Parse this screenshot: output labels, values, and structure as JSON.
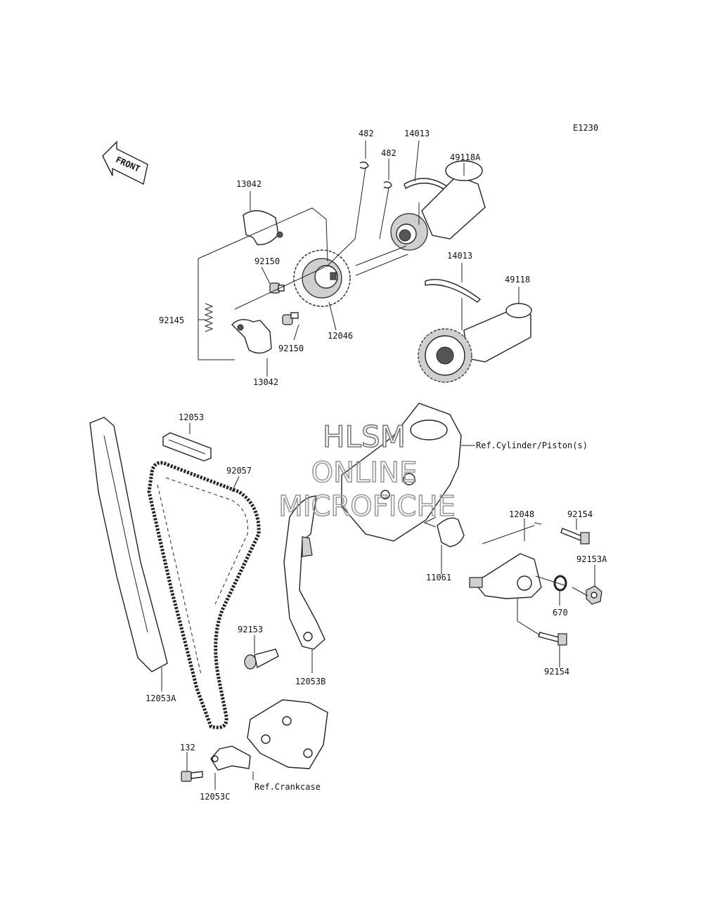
{
  "diagram": {
    "code": "E1230",
    "front_label": "FRONT",
    "watermark": {
      "line1": "HLSM",
      "line2": "ONLINE",
      "line3": "MICROFICHE"
    },
    "parts": {
      "p482a": "482",
      "p482b": "482",
      "p14013a": "14013",
      "p14013b": "14013",
      "p49118a": "49118A",
      "p49118": "49118",
      "p13042a": "13042",
      "p13042b": "13042",
      "p92150a": "92150",
      "p92150b": "92150",
      "p92145": "92145",
      "p12046": "12046",
      "p12053": "12053",
      "p92057": "92057",
      "p12053a": "12053A",
      "p12053b": "12053B",
      "p92153": "92153",
      "p11061": "11061",
      "p12048": "12048",
      "p92154a": "92154",
      "p92154b": "92154",
      "p92153a": "92153A",
      "p670": "670",
      "p132": "132",
      "p12053c": "12053C"
    },
    "refs": {
      "cylinder": "Ref.Cylinder/Piston(s)",
      "crankcase": "Ref.Crankcase"
    }
  }
}
